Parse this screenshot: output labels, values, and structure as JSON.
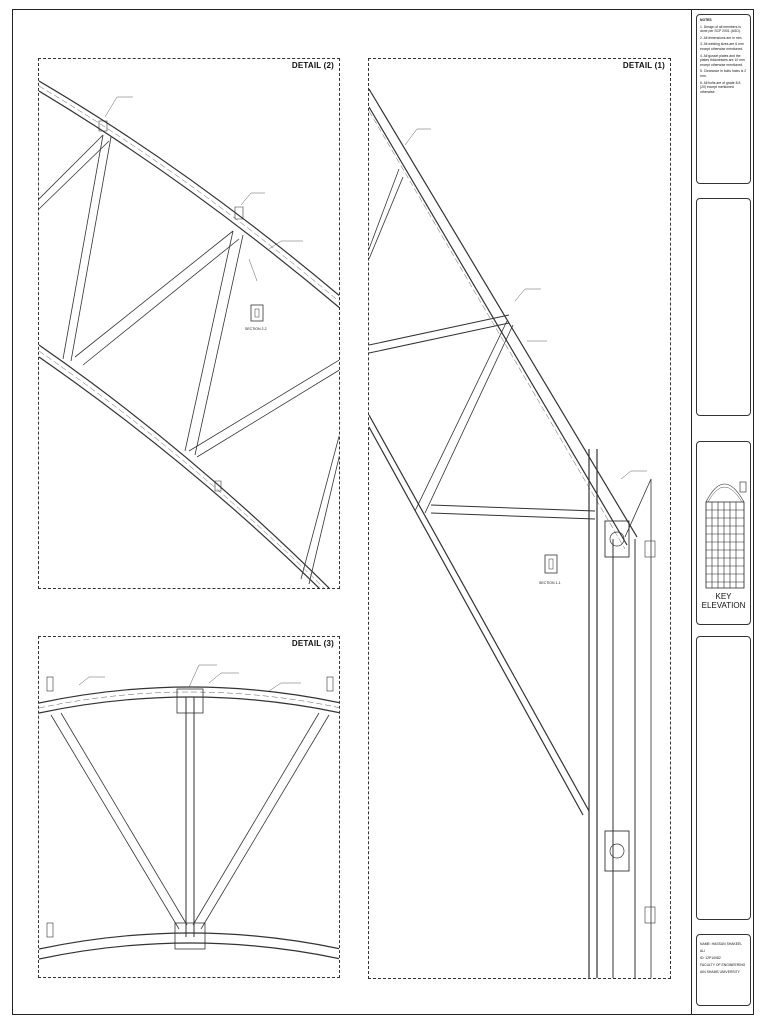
{
  "panels": {
    "detail2": {
      "title": "DETAIL (2)",
      "section_label": "SECTION 2-2"
    },
    "detail1": {
      "title": "DETAIL (1)",
      "section_label": "SECTION 1-1"
    },
    "detail3": {
      "title": "DETAIL (3)"
    }
  },
  "title_block": {
    "notes_heading": "NOTES",
    "notes": [
      "1. Design of all members is done per SCP 2001 (ASD).",
      "2. All dimensions are in mm.",
      "3. All welding sizes are 6 mm except otherwise mentioned.",
      "4. All gusset plates and the plates thicknesses are 10 mm except otherwise mentioned.",
      "5. Clearance in bolts holes is 2 mm.",
      "6. All bolts are of grade 8.8 (20) except mentioned otherwise."
    ],
    "key_elevation": "KEY ELEVATION",
    "info_lines": [
      "NAME: HASSAN SHAKEEL ALI",
      "ID: 12P10082",
      "FACULTY OF ENGINEERING",
      "AIN SHAMS UNIVERSITY"
    ]
  }
}
